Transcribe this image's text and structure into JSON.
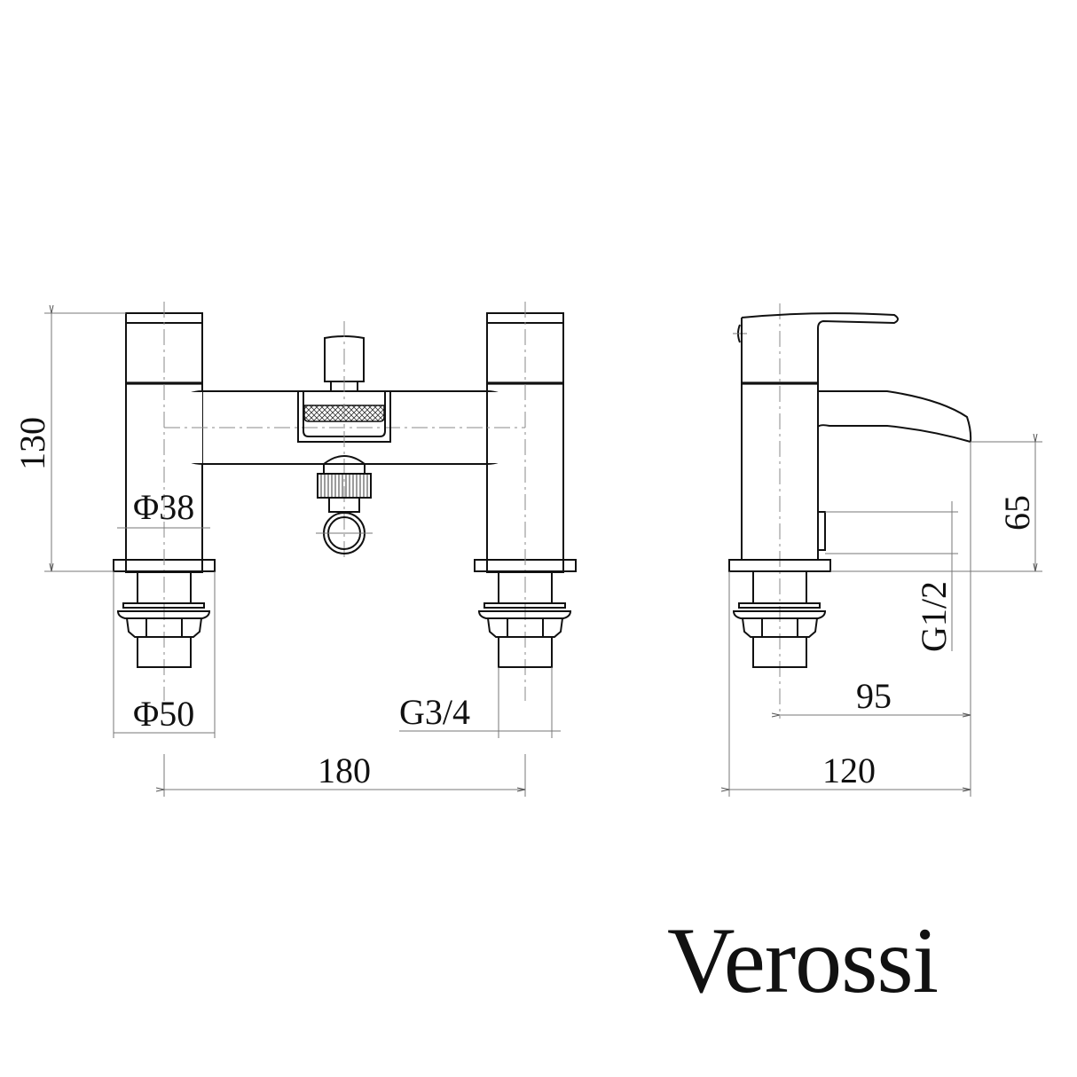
{
  "drawing": {
    "title": "Bath shower mixer tap technical drawing",
    "views": [
      "front-view",
      "side-view"
    ]
  },
  "dimensions": {
    "height_total": "130",
    "body_diameter": "Φ38",
    "base_diameter": "Φ50",
    "inlet_thread": "G3/4",
    "center_spacing": "180",
    "spout_height": "65",
    "diverter_thread": "G1/2",
    "spout_reach": "95",
    "total_depth": "120"
  },
  "brand": {
    "name": "Verossi"
  },
  "colors": {
    "line": "#111111",
    "dimension_line": "#777777",
    "background": "#ffffff"
  }
}
